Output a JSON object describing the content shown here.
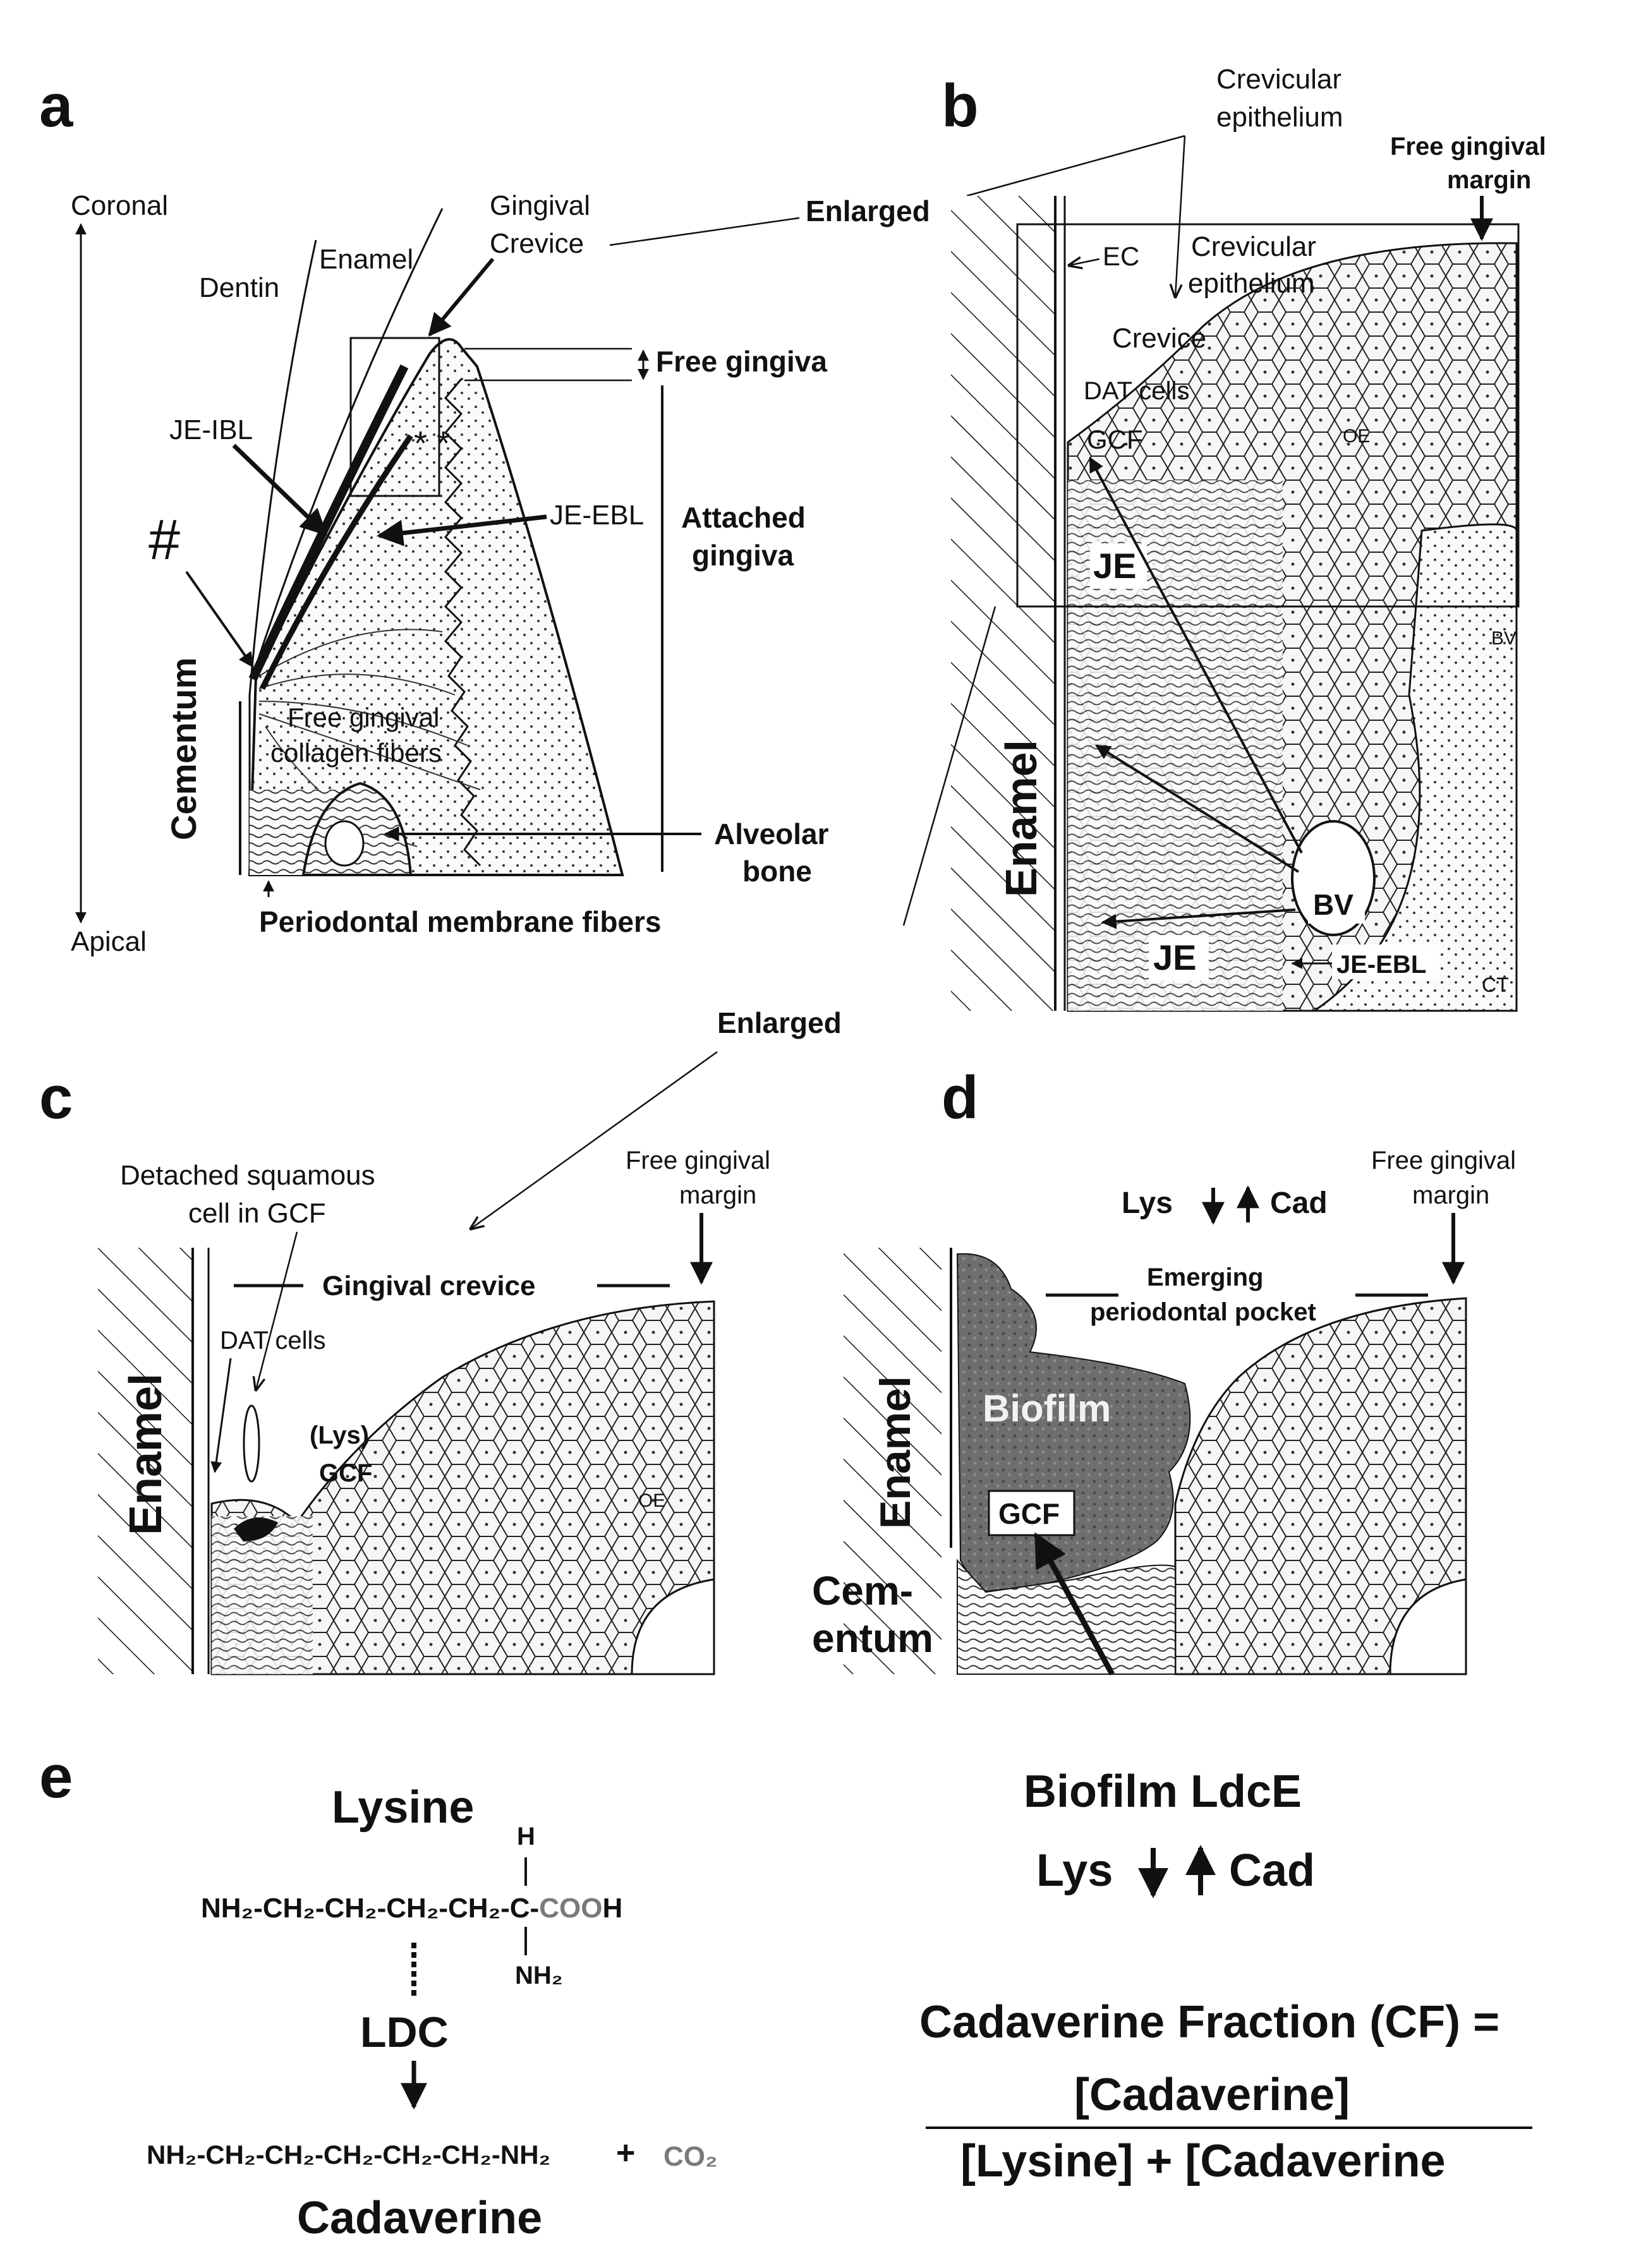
{
  "panels": {
    "a": "a",
    "b": "b",
    "c": "c",
    "d": "d",
    "e": "e"
  },
  "a": {
    "coronal": "Coronal",
    "apical": "Apical",
    "dentin": "Dentin",
    "enamel": "Enamel",
    "gingival": "Gingival",
    "crevice": "Crevice",
    "enlarged": "Enlarged",
    "free_gingiva": "Free gingiva",
    "attached_1": "Attached",
    "attached_2": "gingiva",
    "je_ibl": "JE-IBL",
    "je_ebl": "JE-EBL",
    "hash": "#",
    "cementum": "Cementum",
    "fgcf_1": "Free gingival",
    "fgcf_2": "collagen fibers",
    "alveolar_1": "Alveolar",
    "alveolar_2": "bone",
    "pmf": "Periodontal membrane fibers",
    "asterisks": "* *"
  },
  "b": {
    "crev_epi_top_1": "Crevicular",
    "crev_epi_top_2": "epithelium",
    "fgm_1": "Free gingival",
    "fgm_2": "margin",
    "ec": "EC",
    "crev_epi_1": "Crevicular",
    "crev_epi_2": "epithelium",
    "crevice": "Crevice",
    "dat": "DAT cells",
    "gcf": "GCF",
    "oe": "OE",
    "je": "JE",
    "bv": "BV",
    "enamel": "Enamel",
    "bv_low": "BV",
    "je_low": "JE",
    "je_ebl": "JE-EBL",
    "ct": "CT"
  },
  "enlarged_mid": "Enlarged",
  "c": {
    "detached_1": "Detached squamous",
    "detached_2": "cell in GCF",
    "fgm_1": "Free gingival",
    "fgm_2": "margin",
    "gingival_crevice": "Gingival crevice",
    "dat": "DAT cells",
    "lys": "(Lys)",
    "gcf": "GCF",
    "enamel": "Enamel",
    "oe": "OE"
  },
  "d": {
    "lys": "Lys",
    "cad": "Cad",
    "fgm_1": "Free gingival",
    "fgm_2": "margin",
    "emerging_1": "Emerging",
    "emerging_2": "periodontal pocket",
    "biofilm": "Biofilm",
    "gcf": "GCF",
    "enamel": "Enamel",
    "cem_1": "Cem-",
    "cem_2": "entum"
  },
  "e": {
    "lysine": "Lysine",
    "h": "H",
    "formula_main": "NH₂-CH₂-CH₂-CH₂-CH₂-C-",
    "cooh_gray": "COO",
    "cooh_h": "H",
    "nh2": "NH₂",
    "ldc": "LDC",
    "cad_formula": "NH₂-CH₂-CH₂-CH₂-CH₂-CH₂-NH₂",
    "plus": "+",
    "co2": "CO₂",
    "cadaverine": "Cadaverine",
    "biofilm_ldce": "Biofilm LdcE",
    "lys": "Lys",
    "cad": "Cad",
    "cf_title": "Cadaverine Fraction (CF) =",
    "numerator": "[Cadaverine]",
    "denominator": "[Lysine] + [Cadaverine"
  },
  "colors": {
    "ink": "#111111",
    "gray_text": "#7a7a7a",
    "tissue": "#ededed",
    "biofilm": "#6e6e6e"
  }
}
